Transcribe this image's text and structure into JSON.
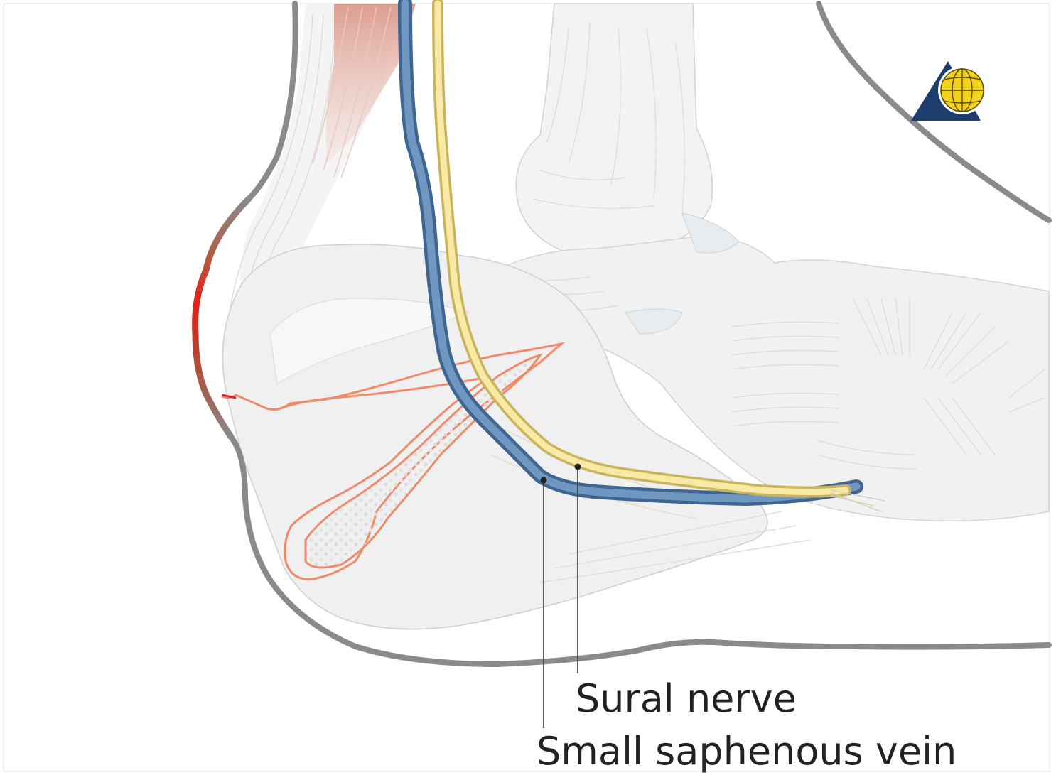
{
  "labels": {
    "sural_nerve": "Sural nerve",
    "small_saphenous_vein": "Small saphenous vein"
  },
  "colors": {
    "background": "#ffffff",
    "skin_outline": "#8a8a8e",
    "bone_fill": "#f2f2f2",
    "bone_line": "#d4d4d6",
    "ligament_line": "#e2dccb",
    "vein_fill": "#6a8fb8",
    "vein_edge": "#3f6690",
    "nerve_fill": "#f6e49a",
    "nerve_edge": "#c9b45e",
    "fracture_outline": "#f08a6a",
    "inflamed_skin": "#e02a20",
    "muscle": "#e3a99c",
    "logo_triangle": "#1d3d6e",
    "logo_globe": "#f2d21a"
  },
  "icons": {
    "logo": "globe-triangle-logo"
  }
}
